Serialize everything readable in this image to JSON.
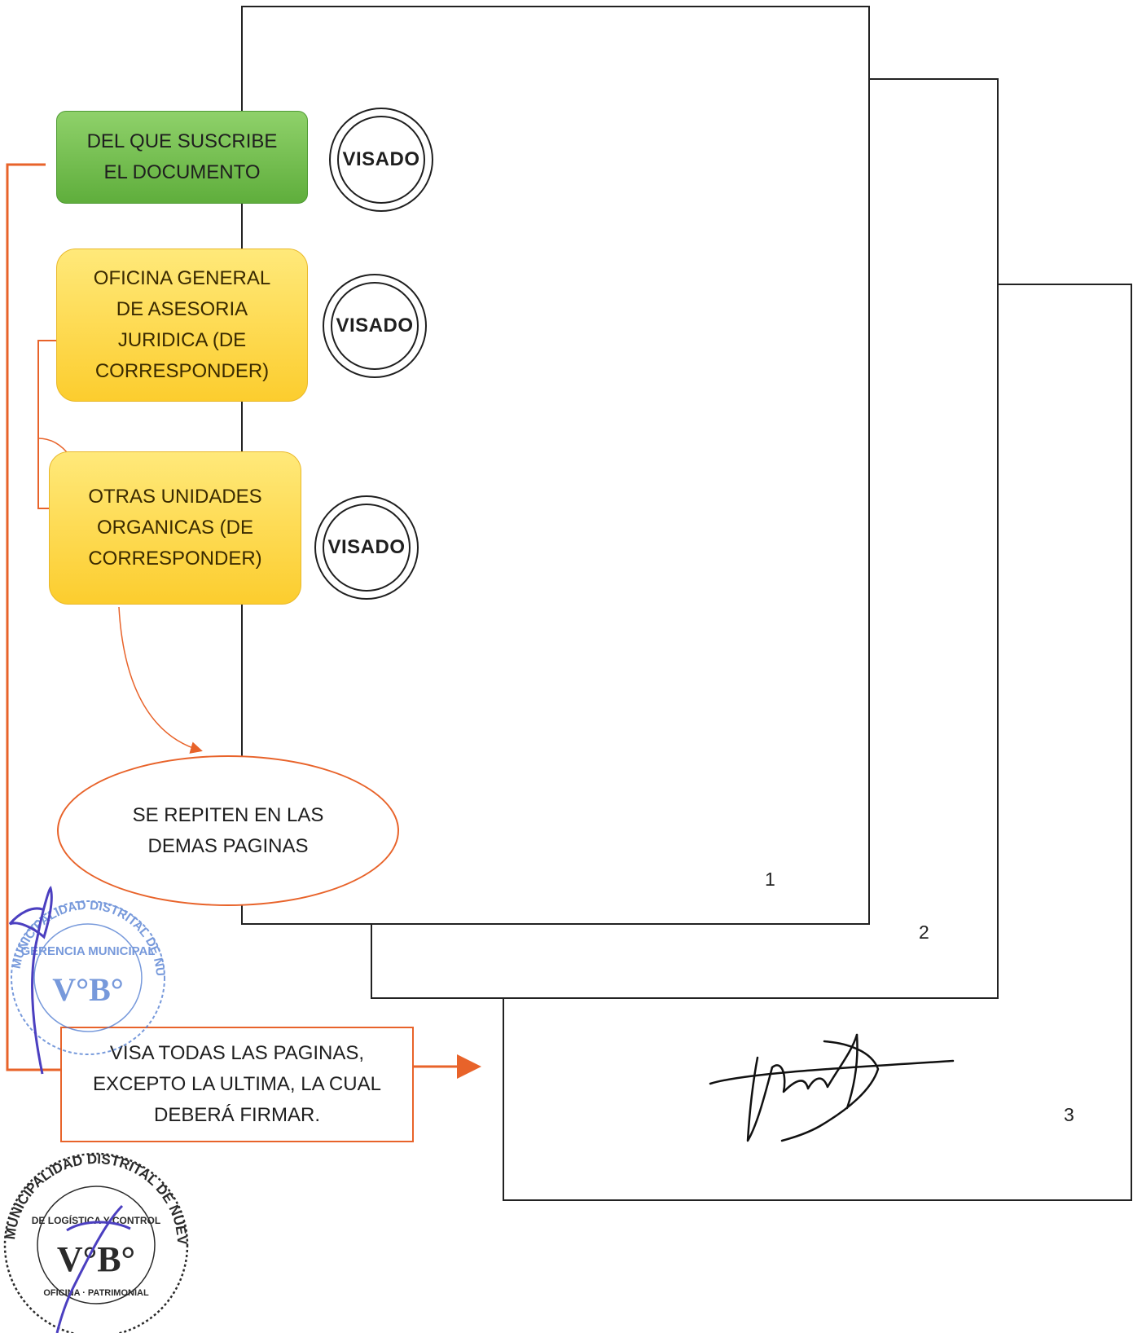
{
  "boxes": {
    "suscribe": "DEL QUE SUSCRIBE\nEL DOCUMENTO",
    "asesoria": "OFICINA GENERAL\nDE ASESORIA\nJURIDICA (DE\nCORRESPONDER)",
    "otras": "OTRAS UNIDADES\nORGANICAS (DE\nCORRESPONDER)"
  },
  "stamps": {
    "visado_1": "VISADO",
    "visado_2": "VISADO",
    "visado_3": "VISADO"
  },
  "ellipse": {
    "text": "SE REPITEN EN LAS\nDEMAS PAGINAS"
  },
  "note": {
    "text": "VISA TODAS LAS PAGINAS,\nEXCEPTO LA ULTIMA, LA CUAL\nDEBERÁ FIRMAR."
  },
  "pages": {
    "page_1_number": "1",
    "page_2_number": "2",
    "page_3_number": "3"
  },
  "seals": {
    "seal_1_text": "MUNICIPALIDAD DISTRITAL DE NUEVO CHIMBOTE · GERENCIA MUNICIPAL · V°B°",
    "seal_2_text": "MUNICIPALIDAD DISTRITAL DE NUEVO CHIMBOTE · OFICINA DE LOGÍSTICA Y CONTROL PATRIMONIAL · V°B°"
  },
  "colors": {
    "connector": "#e8632a",
    "green_box": "#6fbf4a",
    "yellow_box": "#fdd84a",
    "seal_blue": "#3f6fc9",
    "ink_purple": "#4b3fc0",
    "page_border": "#222222"
  }
}
